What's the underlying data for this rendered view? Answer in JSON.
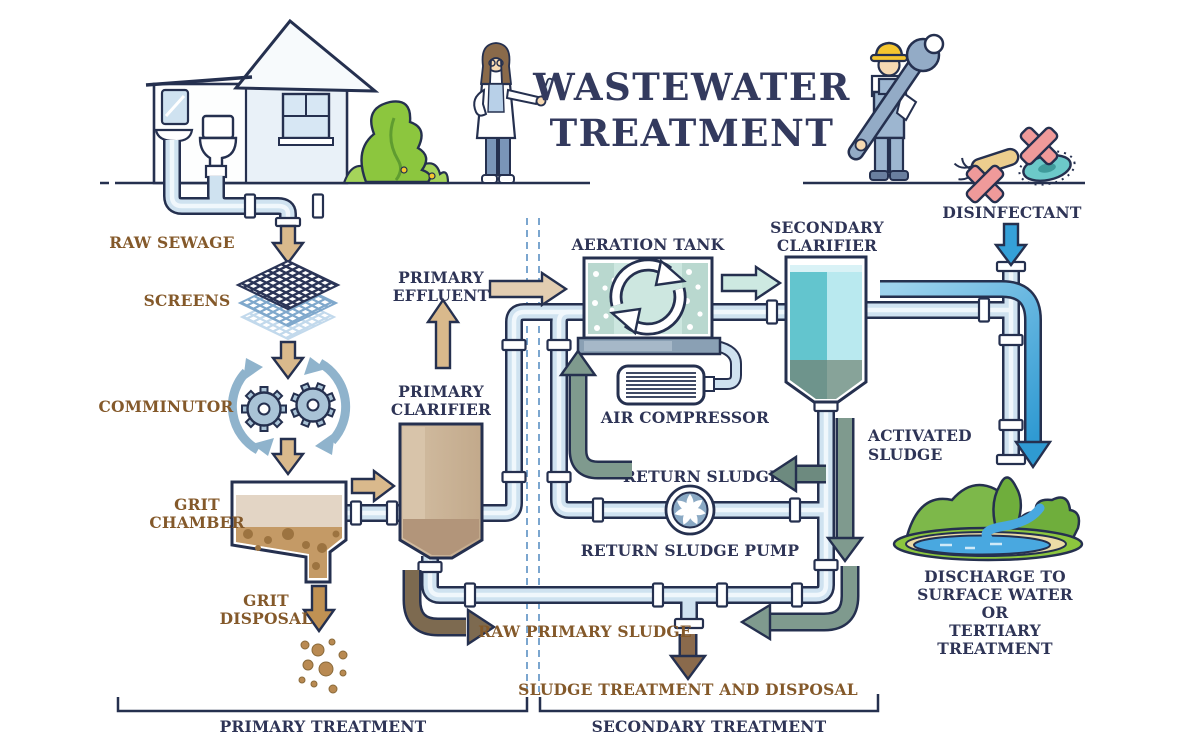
{
  "title": {
    "line1": "WASTEWATER",
    "line2": "TREATMENT"
  },
  "stages": {
    "pretreatment": {
      "raw_sewage": "RAW SEWAGE",
      "screens": "SCREENS",
      "comminutor": "COMMINUTOR",
      "grit_chamber": {
        "line1": "GRIT",
        "line2": "CHAMBER"
      },
      "grit_disposal": {
        "line1": "GRIT",
        "line2": "DISPOSAL"
      }
    },
    "primary": {
      "effluent": {
        "line1": "PRIMARY",
        "line2": "EFFLUENT"
      },
      "clarifier": {
        "line1": "PRIMARY",
        "line2": "CLARIFIER"
      },
      "raw_primary_sludge": "RAW PRIMARY SLUDGE",
      "bracket": "PRIMARY TREATMENT"
    },
    "secondary": {
      "aeration_tank": "AERATION TANK",
      "air_compressor": "AIR COMPRESSOR",
      "clarifier": {
        "line1": "SECONDARY",
        "line2": "CLARIFIER"
      },
      "return_sludge": "RETURN SLUDGE",
      "return_sludge_pump": "RETURN SLUDGE PUMP",
      "activated_sludge": {
        "line1": "ACTIVATED",
        "line2": "SLUDGE"
      },
      "sludge_treatment": "SLUDGE TREATMENT AND DISPOSAL",
      "bracket": "SECONDARY TREATMENT"
    },
    "disinfection": {
      "disinfectant": "DISINFECTANT",
      "discharge": {
        "line1": "DISCHARGE TO",
        "line2": "SURFACE WATER",
        "line3": "OR",
        "line4": "TERTIARY",
        "line5": "TREATMENT"
      }
    }
  },
  "colors": {
    "navy_outline": "#25304f",
    "label_navy": "#2e3456",
    "label_brown": "#84592a",
    "pipe_blue": "#cfe2f0",
    "arrow_tan": "#d9b98c",
    "aeration_water": "#cde7e0",
    "clarifier_cyan": "#63c5ce",
    "sludge_green": "#7f9a8e",
    "sludge_brown": "#7d6a50",
    "disinfect_blue": "#35a0d8"
  }
}
